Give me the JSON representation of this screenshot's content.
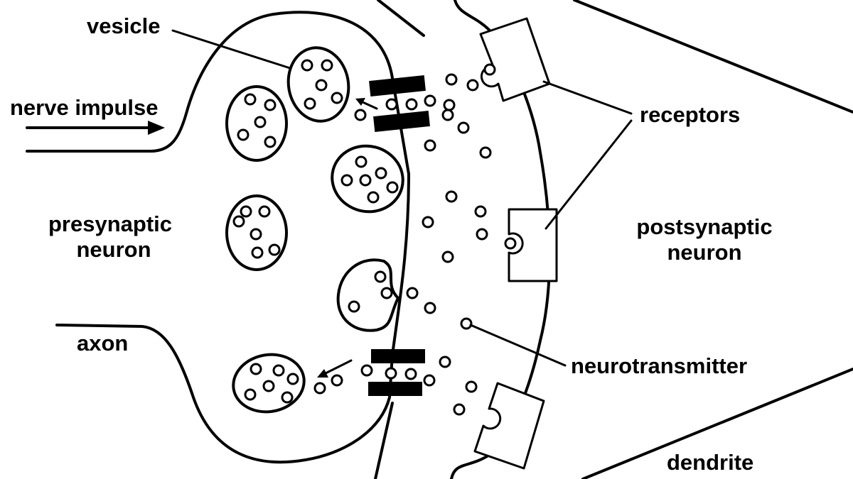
{
  "labels": {
    "vesicle": "vesicle",
    "nerve_impulse": "nerve impulse",
    "presynaptic_line1": "presynaptic",
    "presynaptic_line2": "neuron",
    "axon": "axon",
    "receptors": "receptors",
    "postsynaptic_line1": "postsynaptic",
    "postsynaptic_line2": "neuron",
    "neurotransmitter": "neurotransmitter",
    "dendrite": "dendrite"
  }
}
